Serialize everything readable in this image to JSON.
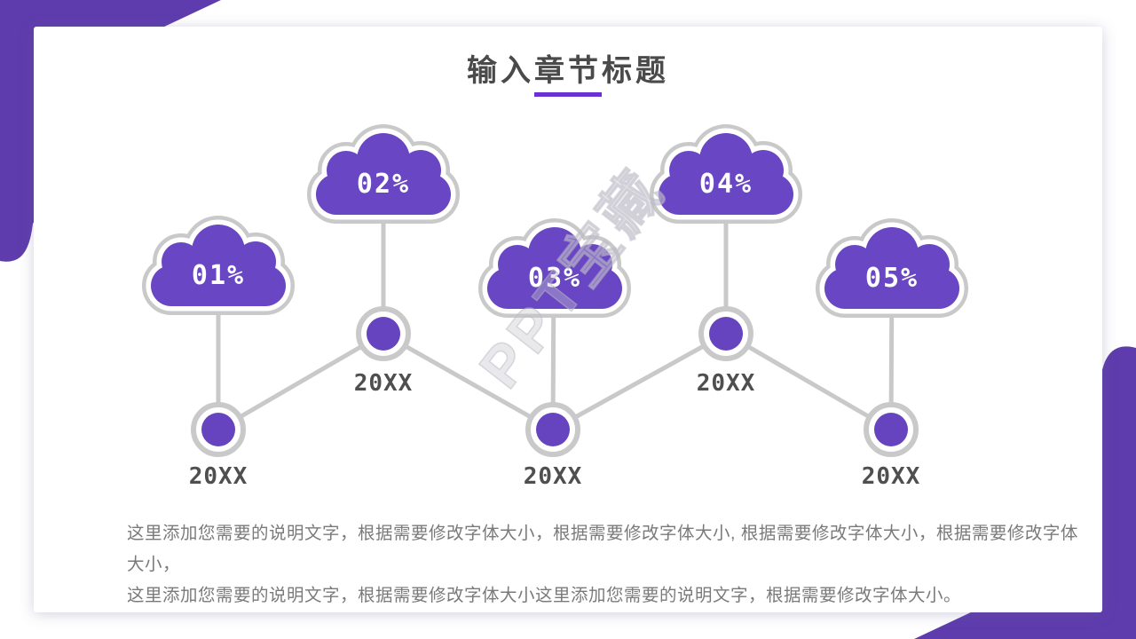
{
  "slide": {
    "title": "输入章节标题",
    "description_lines": [
      "这里添加您需要的说明文字，根据需要修改字体大小，根据需要修改字体大小, 根据需要修改字体大小，根据需要修改字体大小，",
      "这里添加您需要的说明文字，根据需要修改字体大小这里添加您需要的说明文字，根据需要修改字体大小。"
    ],
    "watermark": "PPT宝藏"
  },
  "timeline": {
    "items": [
      {
        "percent": "01%",
        "year": "20XX",
        "row": "bottom"
      },
      {
        "percent": "02%",
        "year": "20XX",
        "row": "top"
      },
      {
        "percent": "03%",
        "year": "20XX",
        "row": "bottom"
      },
      {
        "percent": "04%",
        "year": "20XX",
        "row": "top"
      },
      {
        "percent": "05%",
        "year": "20XX",
        "row": "bottom"
      }
    ]
  },
  "colors": {
    "corner_purple": "#5E3CAD",
    "cloud_purple": "#6946C3",
    "node_purple": "#6644BF",
    "underline_purple": "#6B2FD3",
    "connector_gray": "#C9C9C9",
    "title_gray": "#4A4A4A",
    "body_gray": "#7A7A7A"
  }
}
